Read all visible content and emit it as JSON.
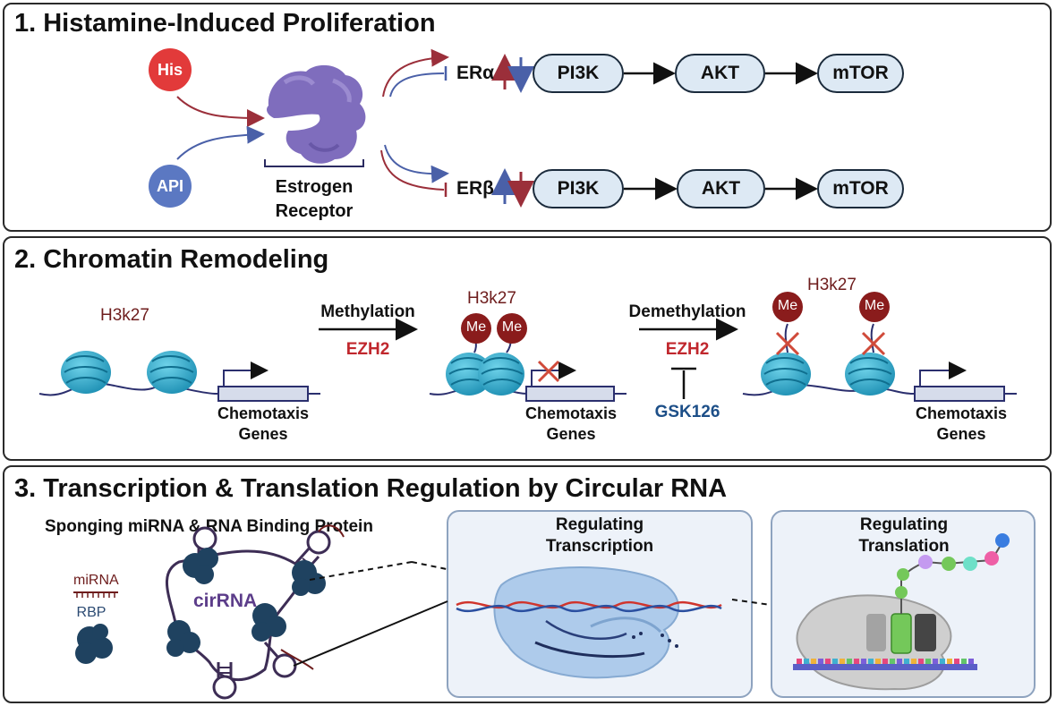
{
  "panel1": {
    "title": "1. Histamine-Induced Proliferation",
    "his": "His",
    "api": "API",
    "receptor_line1": "Estrogen",
    "receptor_line2": "Receptor",
    "er_alpha": "ERα",
    "er_beta": "ERβ",
    "pi3k": "PI3K",
    "akt": "AKT",
    "mtor": "mTOR"
  },
  "panel2": {
    "title": "2. Chromatin Remodeling",
    "h3k27": "H3k27",
    "methylation": "Methylation",
    "demethylation": "Demethylation",
    "ezh2": "EZH2",
    "gsk126": "GSK126",
    "me": "Me",
    "genes_line1": "Chemotaxis",
    "genes_line2": "Genes"
  },
  "panel3": {
    "title": "3. Transcription & Translation Regulation by Circular RNA",
    "sponging": "Sponging miRNA & RNA Binding Protein",
    "mirna": "miRNA",
    "rbp": "RBP",
    "cirrna": "cirRNA",
    "transcription_line1": "Regulating",
    "transcription_line2": "Transcription",
    "translation_line1": "Regulating",
    "translation_line2": "Translation"
  },
  "colors": {
    "red": "#c0272d",
    "blue": "#4a60a8",
    "dark_red": "#6e1d1d",
    "teal": "#27a9c9",
    "navy": "#1d3a63"
  }
}
